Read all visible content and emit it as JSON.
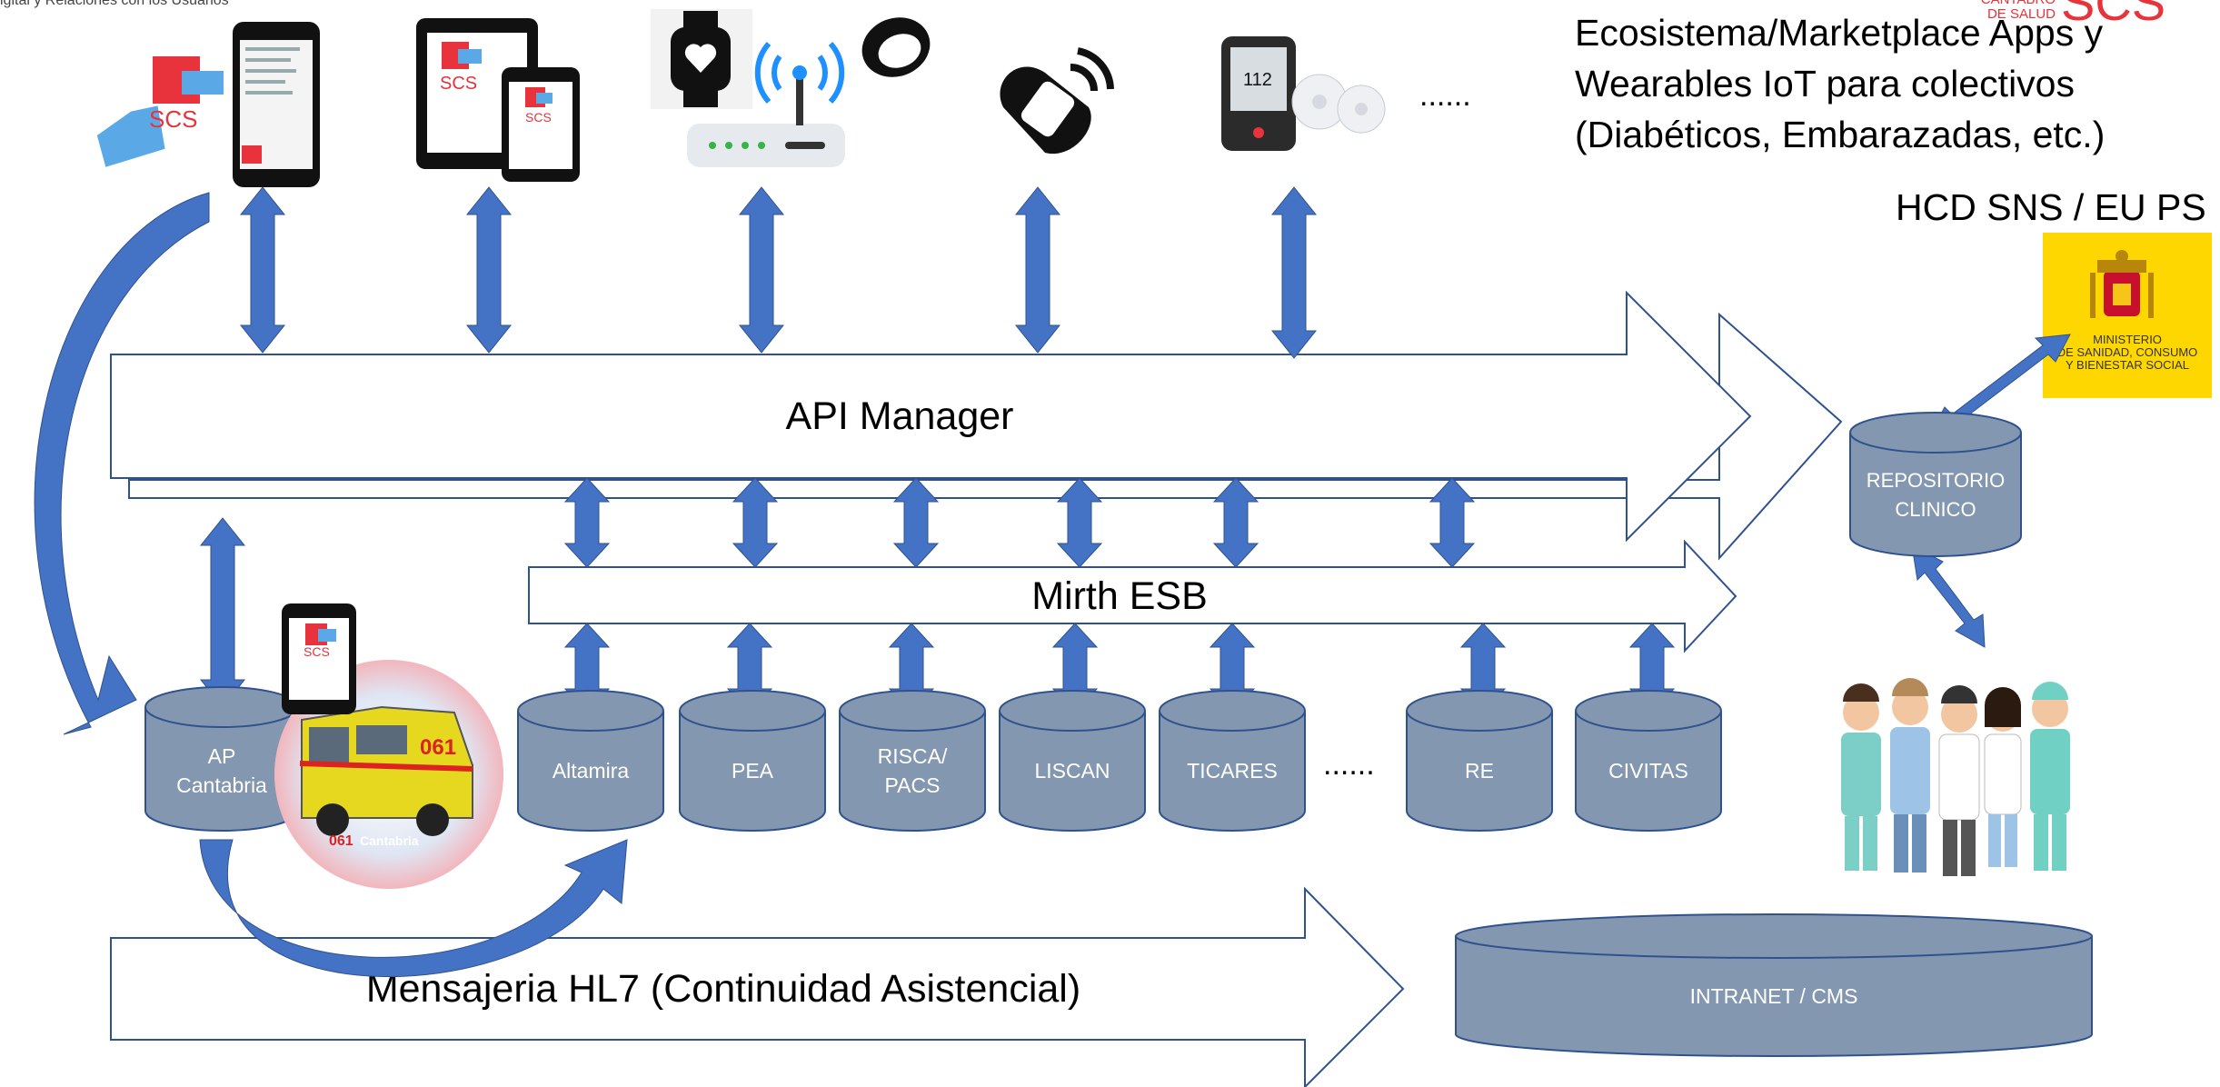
{
  "header": {
    "top_left_text": "igital y Relaciones con los Usuarios",
    "logo_text_line1": "CANTABRO",
    "logo_text_line2": "DE SALUD",
    "logo_mark": "SCS"
  },
  "ecosystem_title": {
    "line1": "Ecosistema/Marketplace Apps y",
    "line2": "Wearables IoT para colectivos",
    "line3": "(Diabéticos, Embarazadas, etc.)"
  },
  "hcd_label": "HCD SNS / EU PS",
  "ministry": {
    "line1": "MINISTERIO",
    "line2": "DE SANIDAD, CONSUMO",
    "line3": "Y BIENESTAR SOCIAL"
  },
  "devices": {
    "ellipsis": "......",
    "app_logo": "SCS",
    "glucose_reading": "112"
  },
  "api_manager_label": "API Manager",
  "mirth_label": "Mirth ESB",
  "hl7_label": "Mensajeria HL7 (Continuidad Asistencial)",
  "repositorio": {
    "line1": "REPOSITORIO",
    "line2": "CLINICO"
  },
  "ap_cantabria": {
    "line1": "AP",
    "line2": "Cantabria"
  },
  "ambulance": {
    "number": "061",
    "caption_num": "061",
    "caption_text": "Cantabria"
  },
  "systems": [
    "Altamira",
    "PEA",
    "RISCA/",
    "LISCAN",
    "TICARES",
    "RE",
    "CIVITAS"
  ],
  "risca_line2": "PACS",
  "systems_ellipsis": "......",
  "intranet_label": "INTRANET / CMS",
  "colors": {
    "arrow_blue": "#4472c4",
    "arrow_blue_dark": "#2f528f",
    "cylinder_fill": "#8497b0",
    "cylinder_stroke": "#2f528f",
    "scs_red": "#e8323c",
    "scs_blue": "#5aa9e6",
    "ministry_yellow": "#ffd700"
  }
}
